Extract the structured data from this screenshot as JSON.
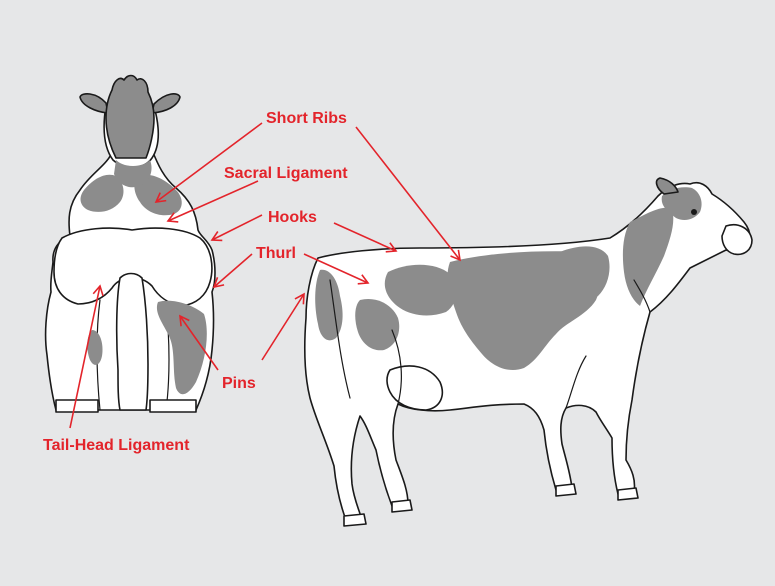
{
  "diagram": {
    "labels": {
      "short_ribs": "Short Ribs",
      "sacral_ligament": "Sacral Ligament",
      "hooks": "Hooks",
      "thurl": "Thurl",
      "pins": "Pins",
      "tail_head_ligament": "Tail-Head Ligament"
    },
    "colors": {
      "background": "#e6e7e8",
      "label_red": "#e3242b",
      "cow_spot_gray": "#8c8c8c",
      "outline": "#1a1a1a",
      "body_white": "#ffffff"
    }
  }
}
